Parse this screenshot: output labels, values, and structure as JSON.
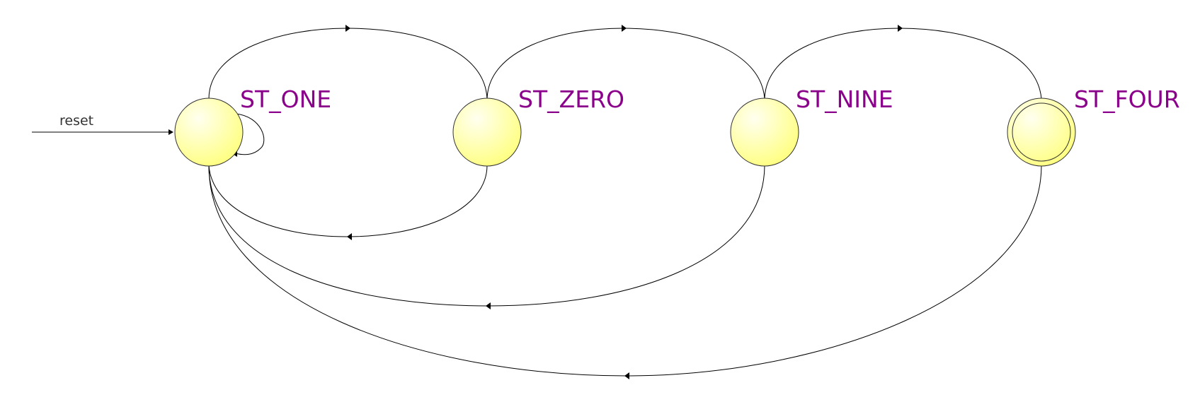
{
  "diagram": {
    "type": "state-machine",
    "colors": {
      "state_fill": "#ffff99",
      "state_fill_light": "#fffff0",
      "state_stroke": "#333333",
      "label": "#8b008b",
      "edge": "#000000"
    },
    "initial": {
      "label": "reset",
      "target": "ST_ONE"
    },
    "states": [
      {
        "id": "ST_ONE",
        "label": "ST_ONE",
        "final": false
      },
      {
        "id": "ST_ZERO",
        "label": "ST_ZERO",
        "final": false
      },
      {
        "id": "ST_NINE",
        "label": "ST_NINE",
        "final": false
      },
      {
        "id": "ST_FOUR",
        "label": "ST_FOUR",
        "final": true
      }
    ],
    "transitions": [
      {
        "from": "ST_ONE",
        "to": "ST_ONE"
      },
      {
        "from": "ST_ONE",
        "to": "ST_ZERO"
      },
      {
        "from": "ST_ZERO",
        "to": "ST_NINE"
      },
      {
        "from": "ST_NINE",
        "to": "ST_FOUR"
      },
      {
        "from": "ST_ZERO",
        "to": "ST_ONE"
      },
      {
        "from": "ST_NINE",
        "to": "ST_ONE"
      },
      {
        "from": "ST_FOUR",
        "to": "ST_ONE"
      }
    ]
  }
}
